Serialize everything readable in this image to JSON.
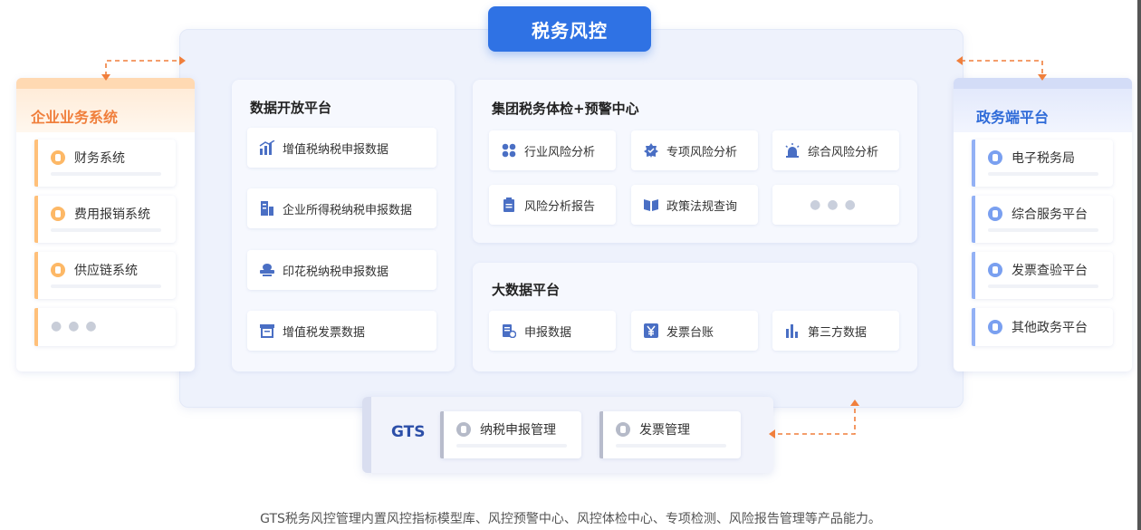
{
  "title": "税务风控",
  "enterprise": {
    "title": "企业业务系统",
    "items": [
      "财务系统",
      "费用报销系统",
      "供应链系统"
    ]
  },
  "gov": {
    "title": "政务端平台",
    "items": [
      "电子税务局",
      "综合服务平台",
      "发票查验平台",
      "其他政务平台"
    ]
  },
  "data_platform": {
    "title": "数据开放平台",
    "items": [
      "增值税纳税申报数据",
      "企业所得税纳税申报数据",
      "印花税纳税申报数据",
      "增值税发票数据"
    ]
  },
  "group_center": {
    "title": "集团税务体检+预警中心",
    "items": [
      "行业风险分析",
      "专项风险分析",
      "综合风险分析",
      "风险分析报告",
      "政策法规查询"
    ]
  },
  "big_data": {
    "title": "大数据平台",
    "items": [
      "申报数据",
      "发票台账",
      "第三方数据"
    ]
  },
  "gts": {
    "label": "GTS",
    "items": [
      "纳税申报管理",
      "发票管理"
    ]
  },
  "caption": "GTS税务风控管理内置风控指标模型库、风控预警中心、风控体检中心、专项检测、风险报告管理等产品能力。",
  "colors": {
    "accent_blue": "#2f72e4",
    "orange": "#f07f3c",
    "navy": "#2d4fa8"
  },
  "icons": {
    "data_platform": [
      "bar-chart-icon",
      "building-icon",
      "stamp-icon",
      "invoice-icon"
    ],
    "group_center": [
      "grid-icon",
      "badge-icon",
      "alarm-icon",
      "report-icon",
      "book-icon"
    ],
    "big_data": [
      "declaration-icon",
      "yen-icon",
      "column-chart-icon"
    ]
  }
}
